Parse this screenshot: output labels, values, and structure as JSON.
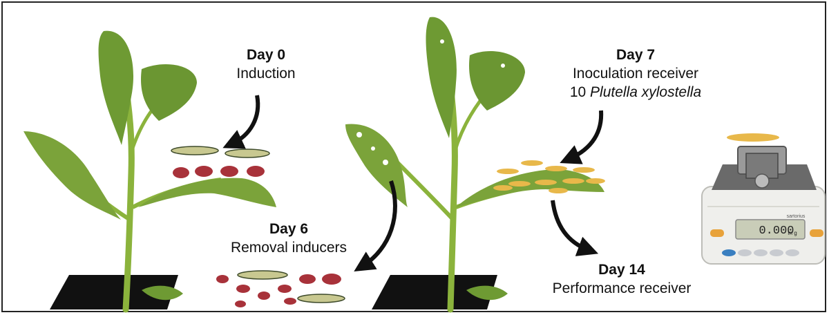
{
  "steps": {
    "induction": {
      "day": "Day 0",
      "text": "Induction"
    },
    "removal": {
      "day": "Day 6",
      "text": "Removal inducers"
    },
    "inoculation": {
      "day": "Day 7",
      "text": "Inoculation receiver",
      "count": "10",
      "species": "Plutella xylostella"
    },
    "performance": {
      "day": "Day 14",
      "text": "Performance receiver"
    }
  },
  "balance": {
    "display": "0.000",
    "unit": "m g",
    "brand": "sartorius"
  },
  "colors": {
    "leaf": "#7ba33a",
    "leaf_dark": "#5e8a2a",
    "stem": "#8bb33c",
    "caterpillar": "#c8c890",
    "aphid": "#a8323a",
    "larva": "#e8b84a",
    "pot": "#111111",
    "arrow": "#111111"
  }
}
